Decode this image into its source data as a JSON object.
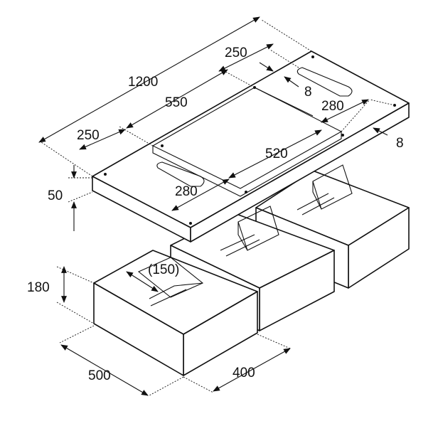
{
  "dimensions": {
    "top_length": "1200",
    "top_slot_left": "250",
    "top_mid": "550",
    "top_slot_right": "250",
    "offset_top": "8",
    "offset_side": "8",
    "slot_depth_back": "280",
    "slot_depth_front": "280",
    "inner_span": "520",
    "plate_thickness": "50",
    "base_height": "180",
    "base_opening": "(150)",
    "base_width": "500",
    "base_depth": "400"
  }
}
